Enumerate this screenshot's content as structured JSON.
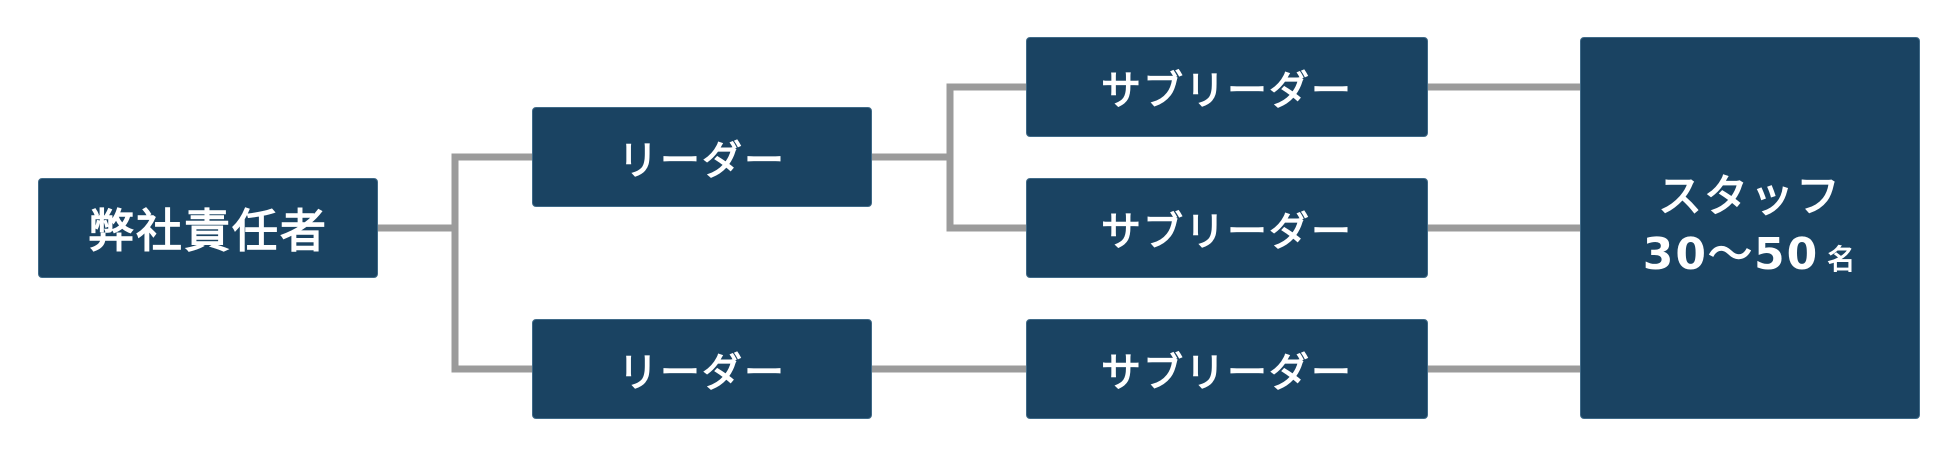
{
  "diagram": {
    "manager": {
      "label": "弊社責任者"
    },
    "leaders": [
      {
        "label": "リーダー"
      },
      {
        "label": "リーダー"
      }
    ],
    "sub_leaders": [
      {
        "label": "サブリーダー"
      },
      {
        "label": "サブリーダー"
      },
      {
        "label": "サブリーダー"
      }
    ],
    "staff": {
      "label": "スタッフ",
      "count": "30〜50",
      "unit": "名"
    },
    "colors": {
      "box_fill": "#1a4362",
      "box_text": "#ffffff",
      "connector": "#9b9b9b"
    }
  }
}
